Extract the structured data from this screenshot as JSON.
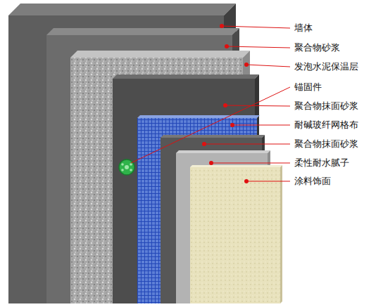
{
  "diagram": {
    "labels": [
      "墙体",
      "聚合物砂浆",
      "发泡水泥保温层",
      "锚固件",
      "聚合物抹面砂浆",
      "耐碱玻纤网格布",
      "聚合物抹面砂浆",
      "柔性耐水腻子",
      "涂料饰面"
    ]
  }
}
